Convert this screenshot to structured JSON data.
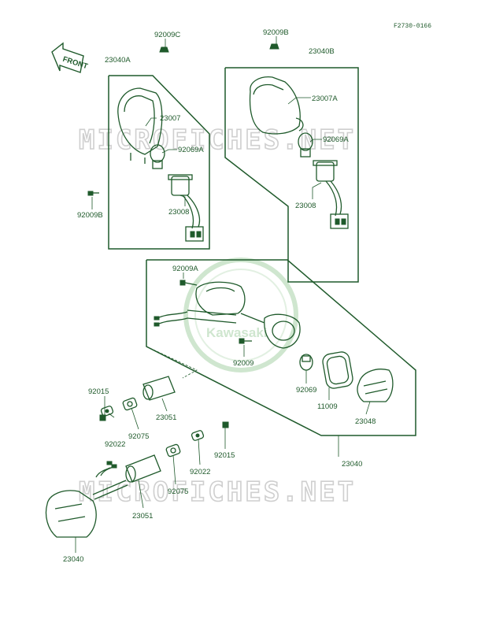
{
  "figure_code": "F2730-0166",
  "front_label": "FRONT",
  "watermark": {
    "text": "MICROFICHES.NET",
    "logo_text": "Kawasaki"
  },
  "colors": {
    "ink": "#1f5a2b",
    "watermark": "#cfcfcf"
  },
  "parts": {
    "p1": "92009C",
    "p2": "23040A",
    "p3": "92009B",
    "p4": "23040B",
    "p5": "23007",
    "p6": "23007A",
    "p7": "92069A",
    "p8": "92069A",
    "p9": "23008",
    "p10": "23008",
    "p11": "92009B",
    "p12": "92009A",
    "p13": "92009",
    "p14": "92069",
    "p15": "11009",
    "p16": "23048",
    "p17": "23040",
    "p18": "92015",
    "p19": "92022",
    "p20": "92075",
    "p21": "23051",
    "p22": "92015",
    "p23": "92022",
    "p24": "92075",
    "p25": "23051",
    "p26": "23040"
  }
}
